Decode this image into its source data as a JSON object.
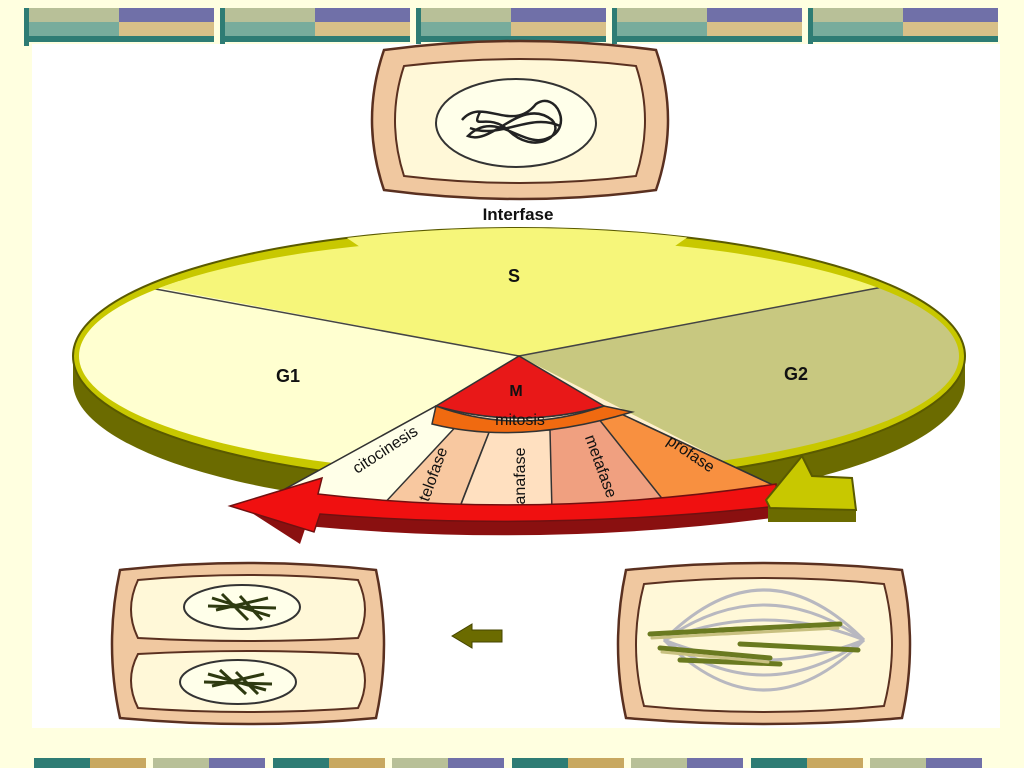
{
  "diagram": {
    "ring_label": "Interfase",
    "phase_s": "S",
    "phase_g1": "G1",
    "phase_g2": "G2",
    "phase_m": "M",
    "mitosis_label": "mitosis",
    "stage_profase": "profase",
    "stage_metafase": "metafase",
    "stage_anafase": "anafase",
    "stage_telofase": "telofase",
    "stage_citocinesis": "citocinesis"
  },
  "colors": {
    "page_bg": "#FFFFE0",
    "panel_bg": "#FFFFFF",
    "ring": "#C8C800",
    "ring_dark": "#6B6B00",
    "s_fill": "#F6F67A",
    "g1_fill": "#FFFFD0",
    "g2_fill": "#C8C880",
    "m_red": "#E81818",
    "mitosis_orange": "#F06A10",
    "cell_wall": "#F0C8A0",
    "cell_inner": "#FFF8D8",
    "stripe_teal": "#2E7C74",
    "stripe_purple": "#7070A8",
    "stripe_sage": "#B8C098",
    "stripe_gold": "#C8A860"
  },
  "icons": [
    "cell-interphase-icon",
    "cell-telophase-icon",
    "cell-metaphase-icon",
    "left-arrow-icon"
  ]
}
